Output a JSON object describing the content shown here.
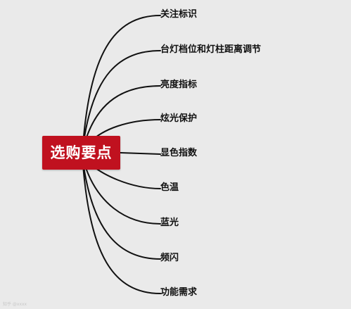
{
  "root": {
    "label": "选购要点",
    "color": "#c0111f"
  },
  "branches": [
    "关注标识",
    "台灯档位和灯柱距离调节",
    "亮度指标",
    "炫光保护",
    "显色指数",
    "色温",
    "蓝光",
    "频闪",
    "功能需求"
  ],
  "watermark": "知乎 @xxxx"
}
